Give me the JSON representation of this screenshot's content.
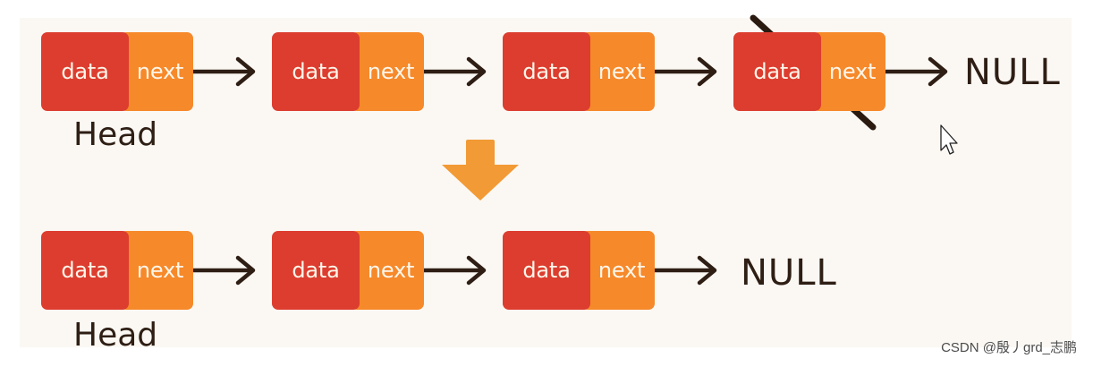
{
  "diagram": {
    "before": {
      "nodes": [
        {
          "data_label": "data",
          "next_label": "next"
        },
        {
          "data_label": "data",
          "next_label": "next"
        },
        {
          "data_label": "data",
          "next_label": "next"
        },
        {
          "data_label": "data",
          "next_label": "next"
        }
      ],
      "head_label": "Head",
      "terminal_label": "NULL",
      "deleted_node": 4
    },
    "after": {
      "nodes": [
        {
          "data_label": "data",
          "next_label": "next"
        },
        {
          "data_label": "data",
          "next_label": "next"
        },
        {
          "data_label": "data",
          "next_label": "next"
        }
      ],
      "head_label": "Head",
      "terminal_label": "NULL"
    }
  },
  "watermark": "CSDN @殷丿grd_志鹏",
  "colors": {
    "data_cell": "#dc3d2f",
    "next_cell": "#f6892a",
    "transition_arrow": "#f29a35",
    "ink": "#2e1e14"
  },
  "icons": {
    "transition": "down-arrow-icon",
    "cursor": "mouse-pointer-icon"
  }
}
